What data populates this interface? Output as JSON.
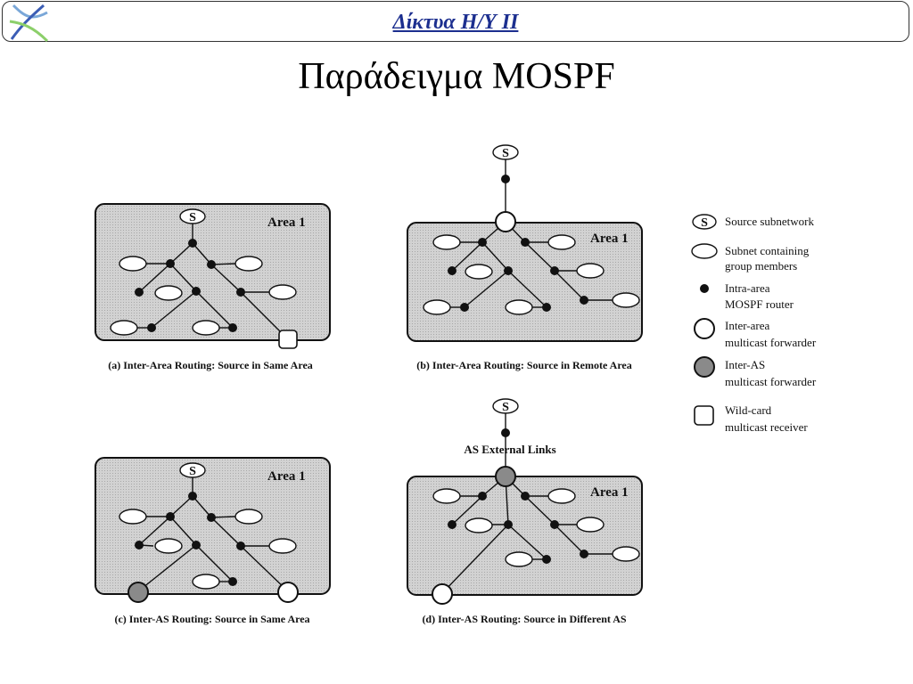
{
  "header": {
    "title": "Δίκτυα Η/Υ ΙΙ"
  },
  "slide": {
    "title": "Παράδειγμα MOSPF"
  },
  "panels": {
    "a": {
      "area_label": "Area 1",
      "caption": "(a) Inter-Area Routing: Source in Same Area",
      "source_label": "S"
    },
    "b": {
      "area_label": "Area 1",
      "caption": "(b) Inter-Area Routing: Source in Remote Area",
      "source_label": "S"
    },
    "c": {
      "area_label": "Area 1",
      "caption": "(c) Inter-AS Routing: Source in Same Area",
      "source_label": "S"
    },
    "d": {
      "area_label": "Area 1",
      "caption": "(d) Inter-AS Routing: Source in Different AS",
      "source_label": "S",
      "external_links_label": "AS External Links"
    }
  },
  "legend": {
    "items": [
      {
        "symbol": "S",
        "lines": [
          "Source subnetwork"
        ]
      },
      {
        "lines": [
          "Subnet containing",
          "group members"
        ]
      },
      {
        "lines": [
          "Intra-area",
          "MOSPF router"
        ]
      },
      {
        "lines": [
          "Inter-area",
          "multicast forwarder"
        ]
      },
      {
        "lines": [
          "Inter-AS",
          "multicast forwarder"
        ]
      },
      {
        "lines": [
          "Wild-card",
          "multicast receiver"
        ]
      }
    ]
  },
  "colors": {
    "header_title": "#1c2f8f",
    "area_fill": "#cfcfcf",
    "inter_as_fill": "#8a8a8a"
  }
}
